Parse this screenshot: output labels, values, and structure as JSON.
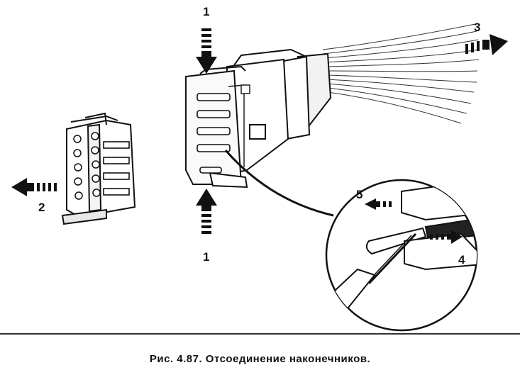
{
  "figure": {
    "callouts": [
      "1",
      "2",
      "3",
      "4",
      "5"
    ],
    "caption": "Рис. 4.87. Отсоединение наконечников."
  }
}
